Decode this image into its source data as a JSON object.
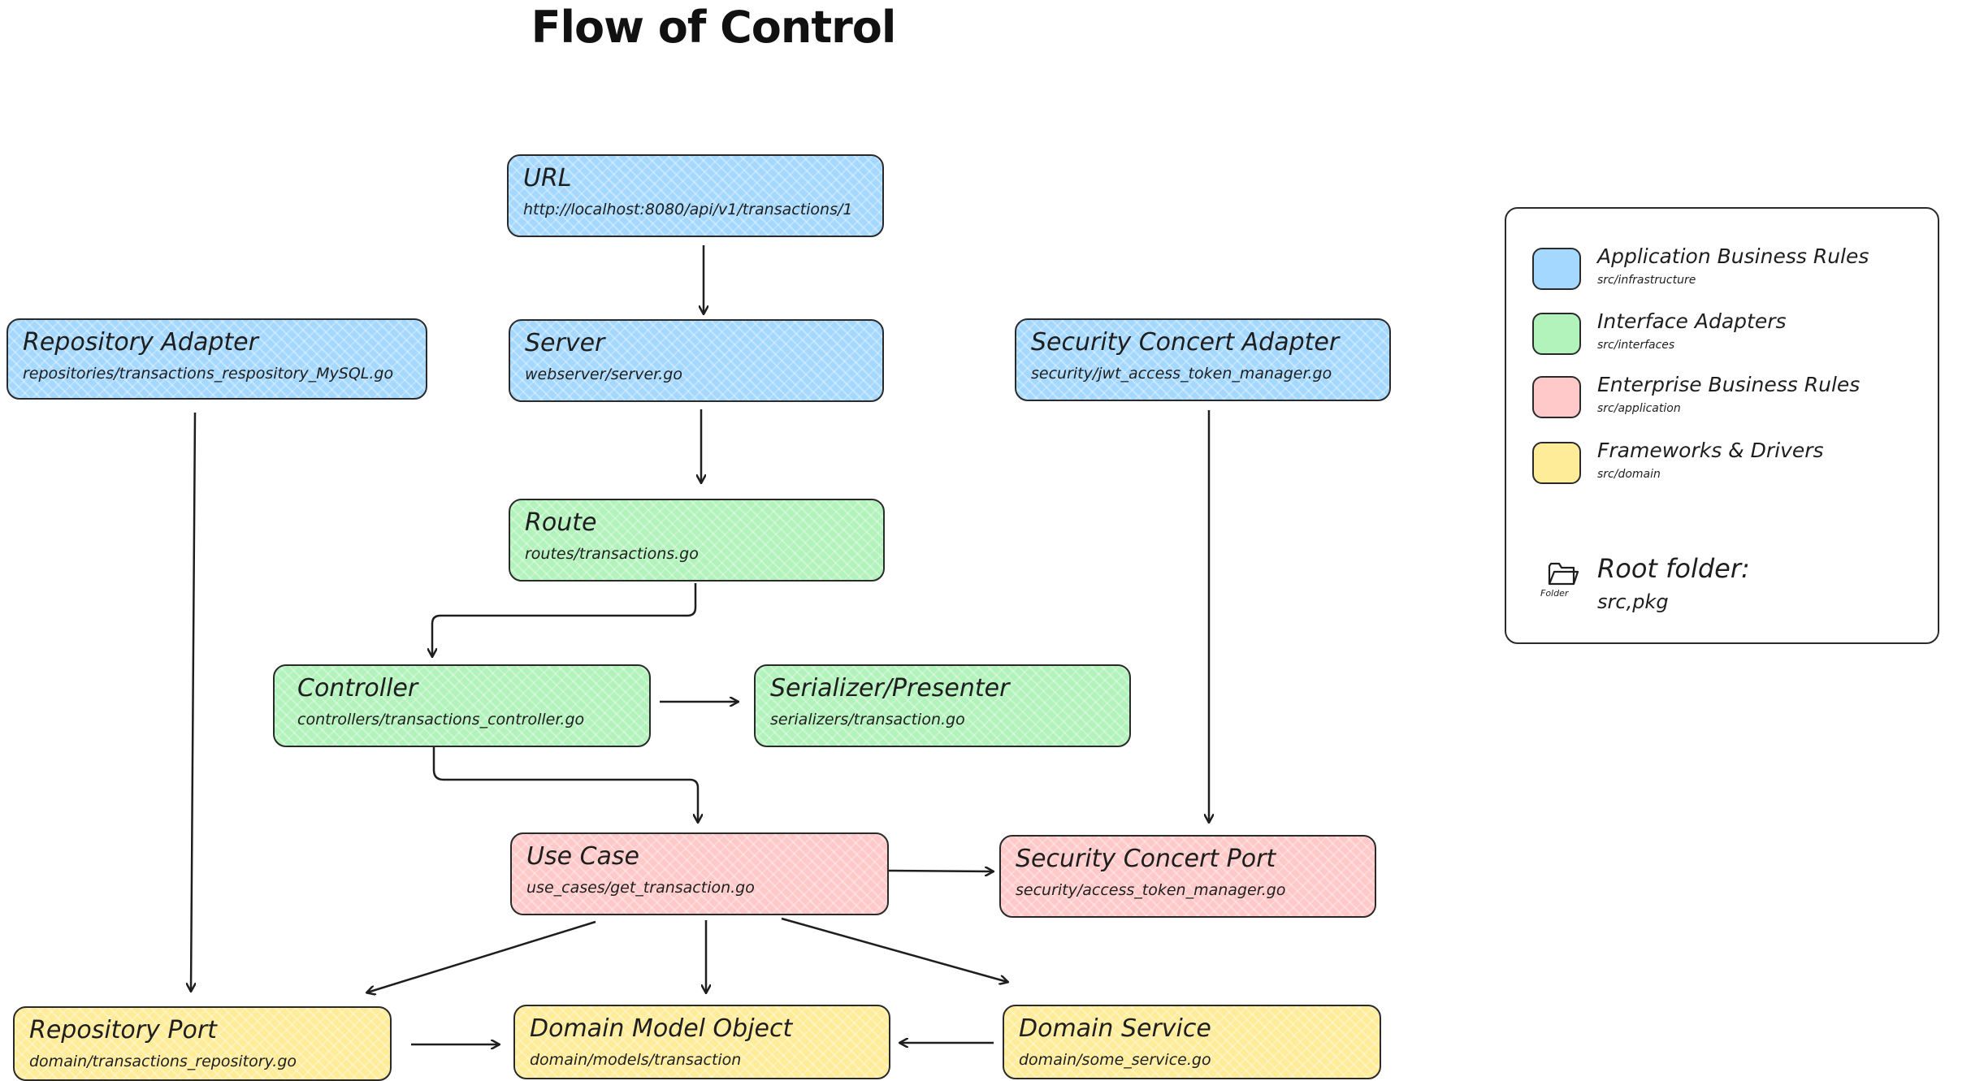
{
  "title": "Flow of Control",
  "nodes": {
    "url": {
      "title": "URL",
      "path": "http://localhost:8080/api/v1/transactions/1"
    },
    "server": {
      "title": "Server",
      "path": "webserver/server.go"
    },
    "route": {
      "title": "Route",
      "path": "routes/transactions.go"
    },
    "controller": {
      "title": "Controller",
      "path": "controllers/transactions_controller.go"
    },
    "serializer": {
      "title": "Serializer/Presenter",
      "path": "serializers/transaction.go"
    },
    "use_case": {
      "title": "Use Case",
      "path": "use_cases/get_transaction.go"
    },
    "security_port": {
      "title": "Security Concert Port",
      "path": "security/access_token_manager.go"
    },
    "repository_adapter": {
      "title": "Repository Adapter",
      "path": "repositories/transactions_respository_MySQL.go"
    },
    "security_adapter": {
      "title": "Security Concert Adapter",
      "path": "security/jwt_access_token_manager.go"
    },
    "repository_port": {
      "title": "Repository Port",
      "path": "domain/transactions_repository.go"
    },
    "domain_model": {
      "title": "Domain Model Object",
      "path": "domain/models/transaction"
    },
    "domain_service": {
      "title": "Domain Service",
      "path": "domain/some_service.go"
    }
  },
  "legend": {
    "items": [
      {
        "label": "Application Business Rules",
        "sub": "src/infrastructure",
        "color": "#a5d8ff"
      },
      {
        "label": "Interface Adapters",
        "sub": "src/interfaces",
        "color": "#b2f2bb"
      },
      {
        "label": "Enterprise Business Rules",
        "sub": "src/application",
        "color": "#ffc9c9"
      },
      {
        "label": "Frameworks & Drivers",
        "sub": "src/domain",
        "color": "#ffec99"
      }
    ],
    "folder_icon_caption": "Folder",
    "root_label": "Root folder:",
    "root_value": "src,pkg"
  },
  "edges": [
    {
      "from": "url",
      "to": "server"
    },
    {
      "from": "server",
      "to": "route"
    },
    {
      "from": "route",
      "to": "controller"
    },
    {
      "from": "controller",
      "to": "serializer"
    },
    {
      "from": "controller",
      "to": "use_case"
    },
    {
      "from": "use_case",
      "to": "security_port"
    },
    {
      "from": "security_adapter",
      "to": "security_port"
    },
    {
      "from": "repository_adapter",
      "to": "repository_port"
    },
    {
      "from": "use_case",
      "to": "repository_port"
    },
    {
      "from": "use_case",
      "to": "domain_model"
    },
    {
      "from": "use_case",
      "to": "domain_service"
    },
    {
      "from": "repository_port",
      "to": "domain_model"
    },
    {
      "from": "domain_service",
      "to": "domain_model"
    }
  ]
}
